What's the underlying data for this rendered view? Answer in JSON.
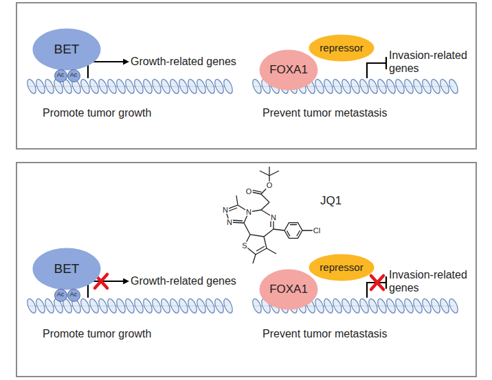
{
  "diagram": {
    "nodes": [
      {
        "text": [
          "BET"
        ]
      },
      {
        "text": [
          "Ac"
        ]
      },
      {
        "text": [
          "Ac"
        ]
      },
      {
        "text": [
          "FOXA1"
        ]
      },
      {
        "text": [
          "repressor"
        ]
      },
      {
        "text": [
          "BET"
        ]
      },
      {
        "text": [
          "Ac"
        ]
      },
      {
        "text": [
          "Ac"
        ]
      },
      {
        "text": [
          "FOXA1"
        ]
      },
      {
        "text": [
          "repressor"
        ]
      }
    ],
    "labels": [
      "Growth-related genes",
      "Promote tumor growth",
      "Invasion-related genes",
      "Prevent tumor metastasis",
      "JQ1",
      "O",
      "O",
      "N",
      "N",
      "N",
      "N",
      "S",
      "Cl",
      "Growth-related genes",
      "Promote tumor growth",
      "Invasion-related genes",
      "Prevent tumor metastasis"
    ]
  }
}
